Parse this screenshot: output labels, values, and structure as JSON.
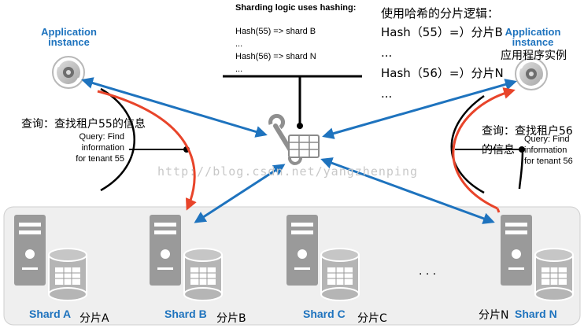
{
  "diagram": {
    "app_left": {
      "label": "Application instance"
    },
    "app_right": {
      "label": "Application instance",
      "cn_label": "应用程序实例"
    },
    "logic": {
      "title": "Sharding logic uses hashing:",
      "lines": [
        "Hash(55) => shard B",
        "...",
        "Hash(56) => shard N",
        "..."
      ]
    },
    "logic_cn": {
      "title": "使用哈希的分片逻辑：",
      "lines": [
        "Hash（55）=）分片B",
        "...",
        "Hash（56）=）分片N",
        "..."
      ]
    },
    "query_left": {
      "cn": "查询：查找租户55的信息",
      "en": [
        "Query: Find",
        "information",
        "for tenant 55"
      ]
    },
    "query_right": {
      "cn": [
        "查询：查找租户56",
        "的信息"
      ],
      "en": [
        "Query: Find",
        "information",
        "for tenant 56"
      ]
    },
    "watermark": "http://blog.csdn.net/yangzhenping",
    "shards": [
      {
        "label": "Shard A",
        "cn": "分片A"
      },
      {
        "label": "Shard B",
        "cn": "分片B"
      },
      {
        "label": "Shard C",
        "cn": "分片C"
      },
      {
        "label": "Shard N",
        "cn": "分片N"
      }
    ],
    "ellipsis": ". . .",
    "colors": {
      "blue": "#1e73be",
      "red": "#e8442a",
      "panel": "#efefef",
      "server": "#9a9a9a",
      "db": "#b5b5b5"
    }
  }
}
